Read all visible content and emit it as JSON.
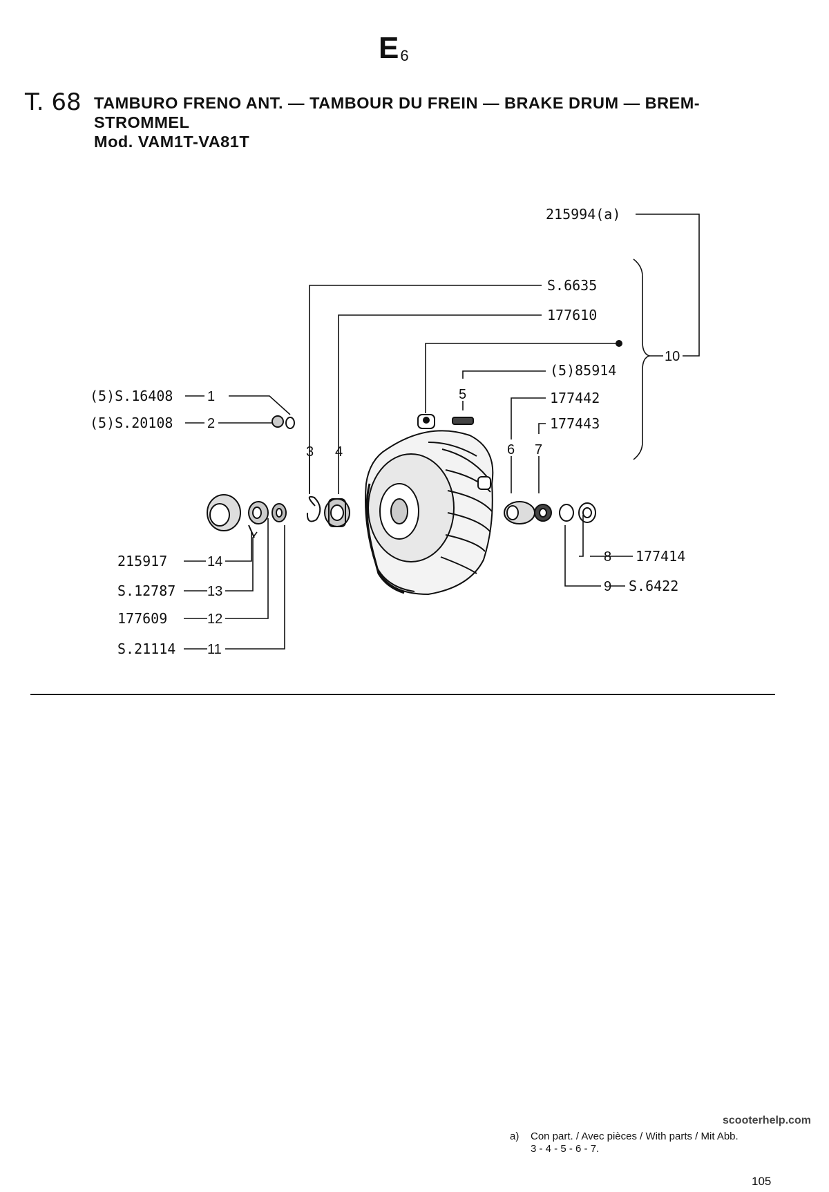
{
  "header": {
    "section_letter": "E",
    "section_number": "6",
    "table_number": "T. 68",
    "title_line1": "TAMBURO FRENO ANT. — TAMBOUR DU FREIN — BRAKE DRUM — BREM-",
    "title_line2": "STROMMEL",
    "title_line3": "Mod. VAM1T-VA81T"
  },
  "parts": {
    "p215994": "215994(a)",
    "pS6635": "S.6635",
    "p177610": "177610",
    "p585914": "(5)85914",
    "p177442": "177442",
    "p177443": "177443",
    "p177414": "177414",
    "pS6422": "S.6422",
    "pS16408": "(5)S.16408",
    "pS20108": "(5)S.20108",
    "p215917": "215917",
    "pS12787": "S.12787",
    "p177609": "177609",
    "pS21114": "S.21114"
  },
  "callouts": {
    "c1": "1",
    "c2": "2",
    "c3": "3",
    "c4": "4",
    "c5": "5",
    "c6": "6",
    "c7": "7",
    "c8": "8",
    "c9": "9",
    "c10": "10",
    "c11": "11",
    "c12": "12",
    "c13": "13",
    "c14": "14"
  },
  "footer": {
    "watermark": "scooterhelp.com",
    "note_marker": "a)",
    "note_line1": "Con part. / Avec pièces / With parts / Mit Abb.",
    "note_line2": "3 - 4 - 5 - 6 - 7.",
    "page_number": "105"
  }
}
